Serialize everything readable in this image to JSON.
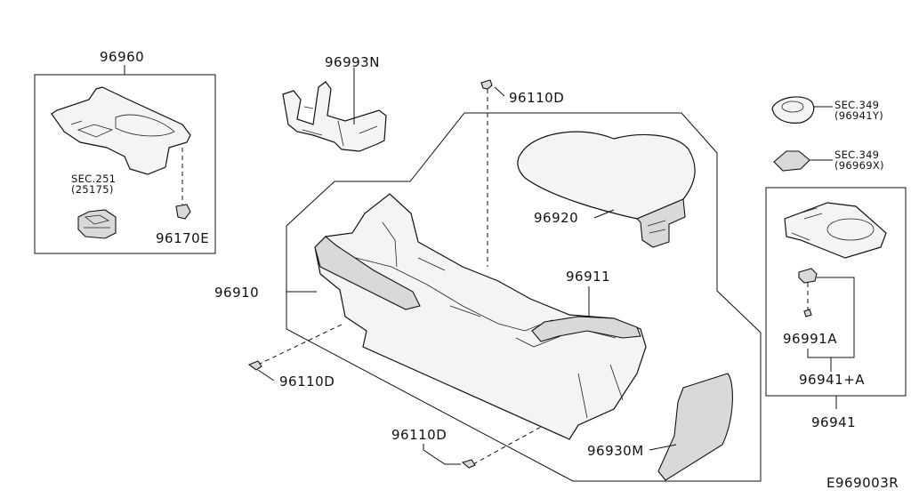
{
  "diagram": {
    "code": "E969003R",
    "labels": {
      "p96960": "96960",
      "p96993n": "96993N",
      "p96110d_top": "96110D",
      "sec349_a_line1": "SEC.349",
      "sec349_a_line2": "(96941Y)",
      "sec349_b_line1": "SEC.349",
      "sec349_b_line2": "(96969X)",
      "sec251_line1": "SEC.251",
      "sec251_line2": "(25175)",
      "p96170e": "96170E",
      "p96920": "96920",
      "p96910": "96910",
      "p96911": "96911",
      "p96110d_left": "96110D",
      "p96991a": "96991A",
      "p96941a": "96941+A",
      "p96941": "96941",
      "p96110d_bottom": "96110D",
      "p96930m": "96930M"
    }
  }
}
